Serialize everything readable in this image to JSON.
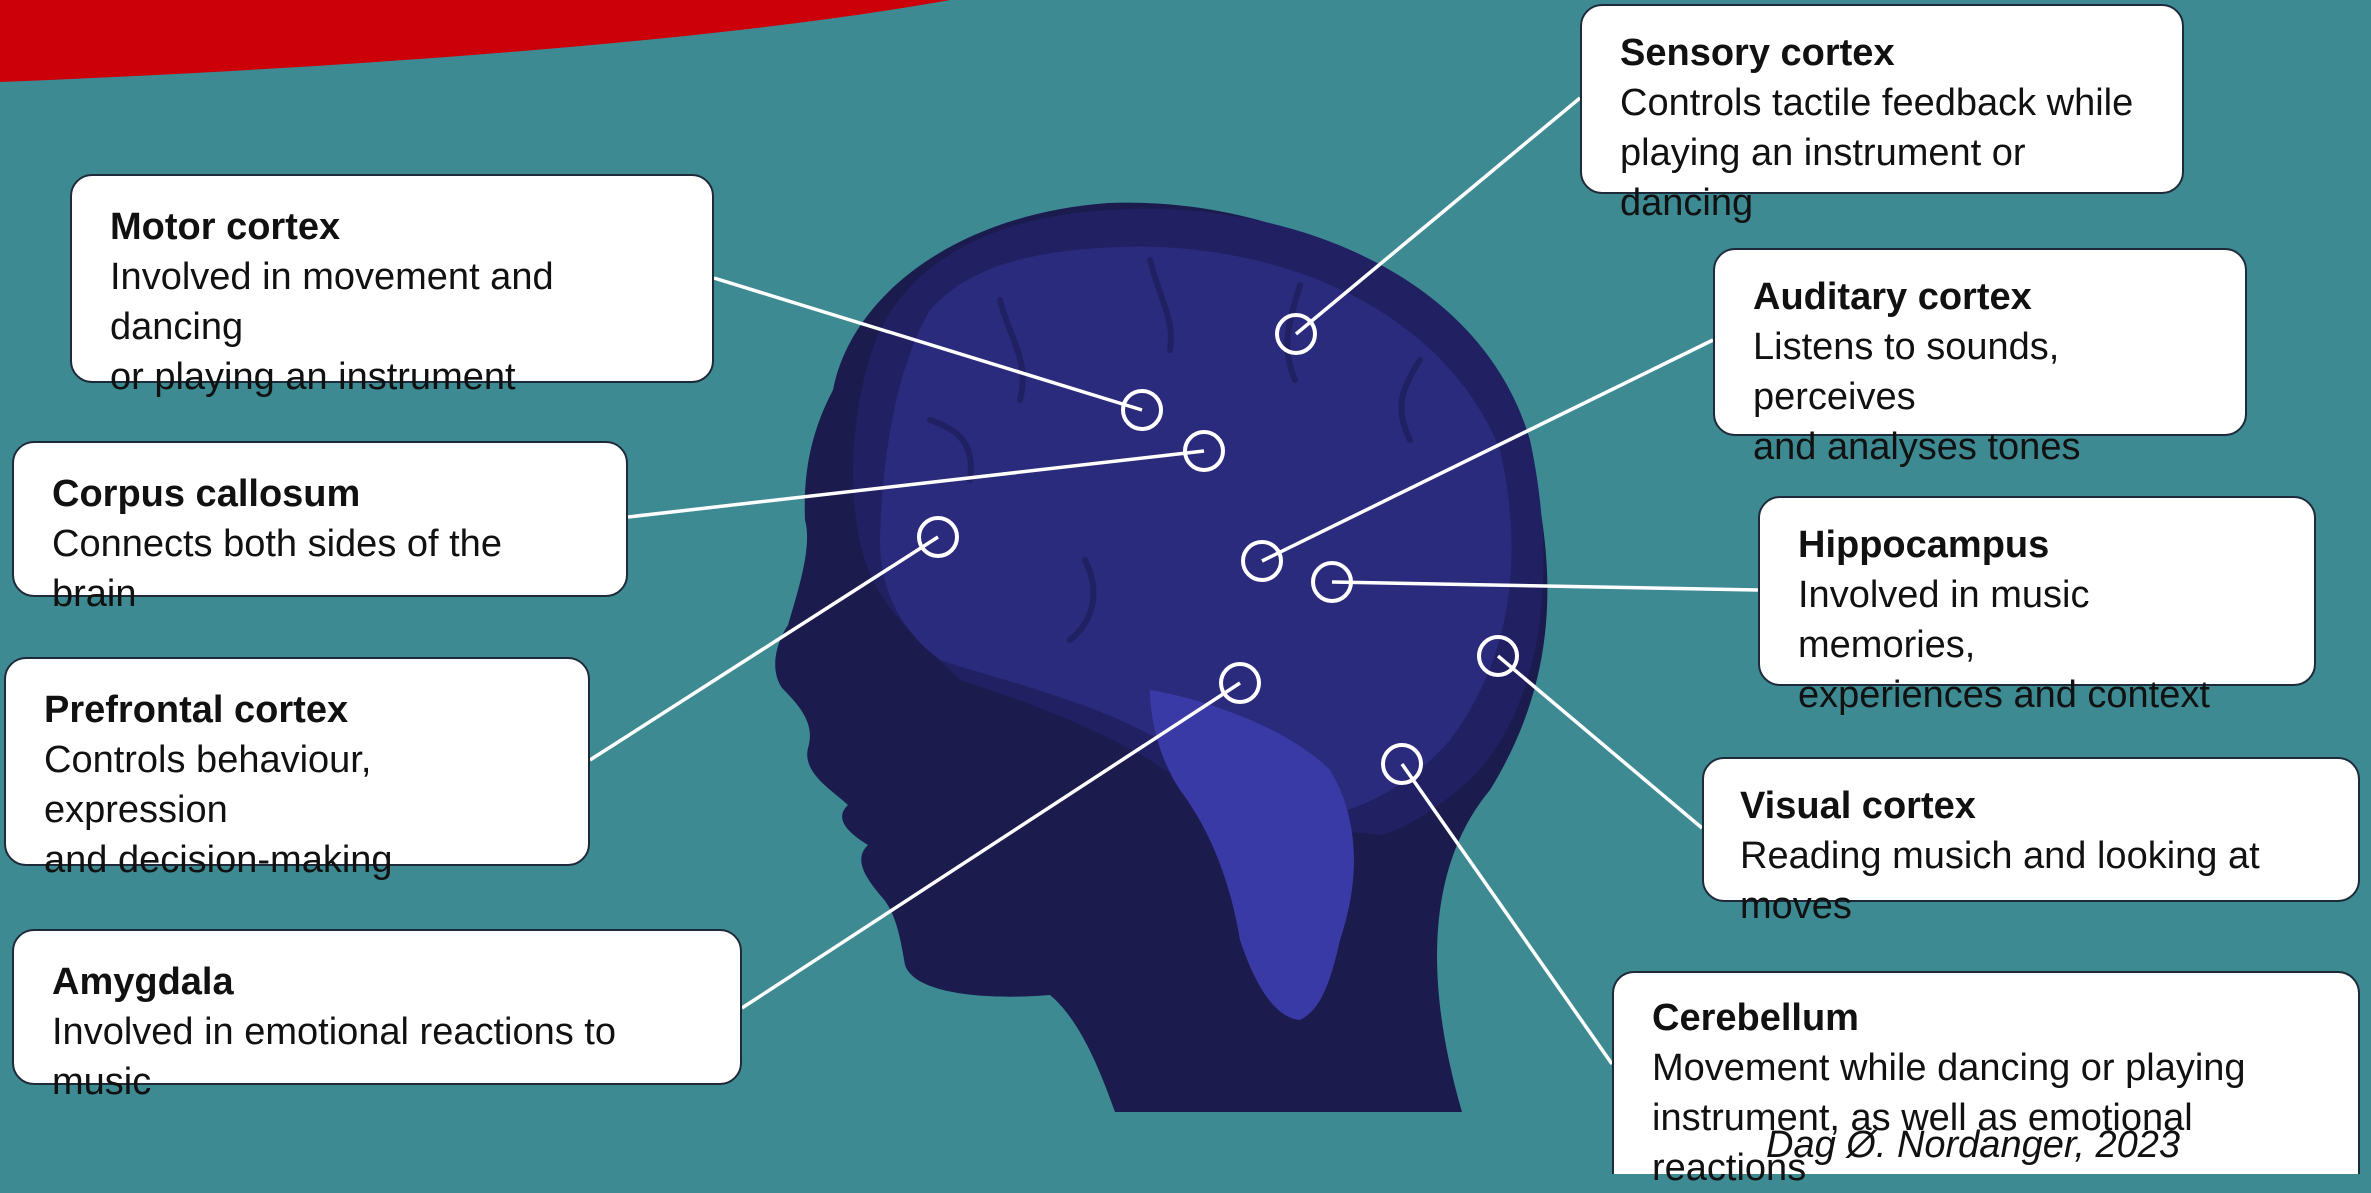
{
  "colors": {
    "background": "#3d8a93",
    "banner": "#cc0008",
    "head": "#1b1c4d",
    "brain_outer": "#202063",
    "brain": "#2b2b7d",
    "brainstem": "#3a3aa6",
    "connector": "#ffffff",
    "box_fill": "#ffffff",
    "box_border": "#1e2a3a",
    "text": "#111111"
  },
  "labels": [
    {
      "id": "motor-cortex",
      "title": "Motor cortex",
      "description": "Involved in movement and dancing\nor playing an instrument"
    },
    {
      "id": "corpus-callosum",
      "title": "Corpus callosum",
      "description": "Connects both sides of the brain"
    },
    {
      "id": "prefrontal-cortex",
      "title": "Prefrontal cortex",
      "description": "Controls behaviour, expression\nand decision-making"
    },
    {
      "id": "amygdala",
      "title": "Amygdala",
      "description": "Involved in emotional reactions to music"
    },
    {
      "id": "sensory-cortex",
      "title": "Sensory cortex",
      "description": "Controls tactile feedback while\nplaying an instrument or dancing"
    },
    {
      "id": "auditary-cortex",
      "title": "Auditary cortex",
      "description": "Listens to sounds, perceives\nand analyses tones"
    },
    {
      "id": "hippocampus",
      "title": "Hippocampus",
      "description": "Involved in music memories,\nexperiences and context"
    },
    {
      "id": "visual-cortex",
      "title": "Visual cortex",
      "description": "Reading musich and looking at moves"
    },
    {
      "id": "cerebellum",
      "title": "Cerebellum",
      "description": "Movement while dancing or playing\ninstrument, as well as emotional reactions"
    }
  ],
  "credit": "Dag Ø. Nordanger, 2023"
}
